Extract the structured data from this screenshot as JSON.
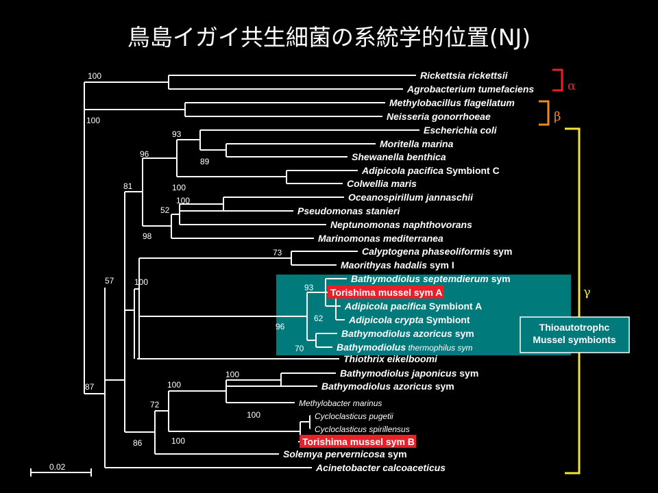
{
  "title": "鳥島イガイ共生細菌の系統学的位置(NJ)",
  "taxa": [
    {
      "name": "Rickettsia rickettsii",
      "suffix": ""
    },
    {
      "name": "Agrobacterium tumefaciens",
      "suffix": ""
    },
    {
      "name": "Methylobacillus flagellatum",
      "suffix": ""
    },
    {
      "name": "Neisseria gonorrhoeae",
      "suffix": ""
    },
    {
      "name": "Escherichia coli",
      "suffix": ""
    },
    {
      "name": "Moritella marina",
      "suffix": ""
    },
    {
      "name": "Shewanella benthica",
      "suffix": ""
    },
    {
      "name": "Adipicola pacifica",
      "suffix": " Symbiont C"
    },
    {
      "name": "Colwellia maris",
      "suffix": ""
    },
    {
      "name": "Oceanospirillum jannaschii",
      "suffix": ""
    },
    {
      "name": "Pseudomonas stanieri",
      "suffix": ""
    },
    {
      "name": "Neptunomonas naphthovorans",
      "suffix": ""
    },
    {
      "name": "Marinomonas mediterranea",
      "suffix": ""
    },
    {
      "name": "Calyptogena phaseoliformis",
      "suffix": " sym"
    },
    {
      "name": "Maorithyas hadalis",
      "suffix": " sym I"
    },
    {
      "name": "Bathymodiolus septemdierum",
      "suffix": " sym"
    },
    {
      "name": "Torishima mussel sym",
      "suffix": " A",
      "highlight": true
    },
    {
      "name": "Adipicola pacifica",
      "suffix": " Symbiont A"
    },
    {
      "name": "Adipicola crypta",
      "suffix": " Symbiont"
    },
    {
      "name": "Bathymodiolus azoricus",
      "suffix": " sym"
    },
    {
      "name": "Bathymodiolus",
      "suffix": " thermophilus sym",
      "suffix_style": "thin"
    },
    {
      "name": "Thiothrix eikelboomi",
      "suffix": ""
    },
    {
      "name": "Bathymodiolus japonicus",
      "suffix": " sym"
    },
    {
      "name": "Bathymodiolus azoricus",
      "suffix": " sym"
    },
    {
      "name": "Methylobacter marinus",
      "suffix": "",
      "style": "thin"
    },
    {
      "name": "Cycloclasticus pugetii",
      "suffix": "",
      "style": "thin"
    },
    {
      "name": "Cycloclasticus spirillensus",
      "suffix": "",
      "style": "thin"
    },
    {
      "name": "Torishima mussel sym",
      "suffix": " B",
      "highlight": true
    },
    {
      "name": "Solemya pervernicosa",
      "suffix": " sym"
    },
    {
      "name": "Acinetobacter calcoaceticus",
      "suffix": ""
    }
  ],
  "bootstrap": [
    "100",
    "100",
    "93",
    "89",
    "96",
    "100",
    "81",
    "52",
    "100",
    "98",
    "73",
    "57",
    "100",
    "93",
    "62",
    "96",
    "70",
    "100",
    "100",
    "72",
    "100",
    "100",
    "86",
    "87"
  ],
  "groups": [
    {
      "symbol": "α",
      "color": "#e8202a"
    },
    {
      "symbol": "β",
      "color": "#f08a1c"
    },
    {
      "symbol": "γ",
      "color": "#f5e52e"
    }
  ],
  "box_label": [
    "Thioautotrophc",
    "Mussel symbionts"
  ],
  "scale_label": "0.02",
  "colors": {
    "highlight": "#e8202a",
    "teal": "#007a7a",
    "tree": "#ffffff"
  }
}
